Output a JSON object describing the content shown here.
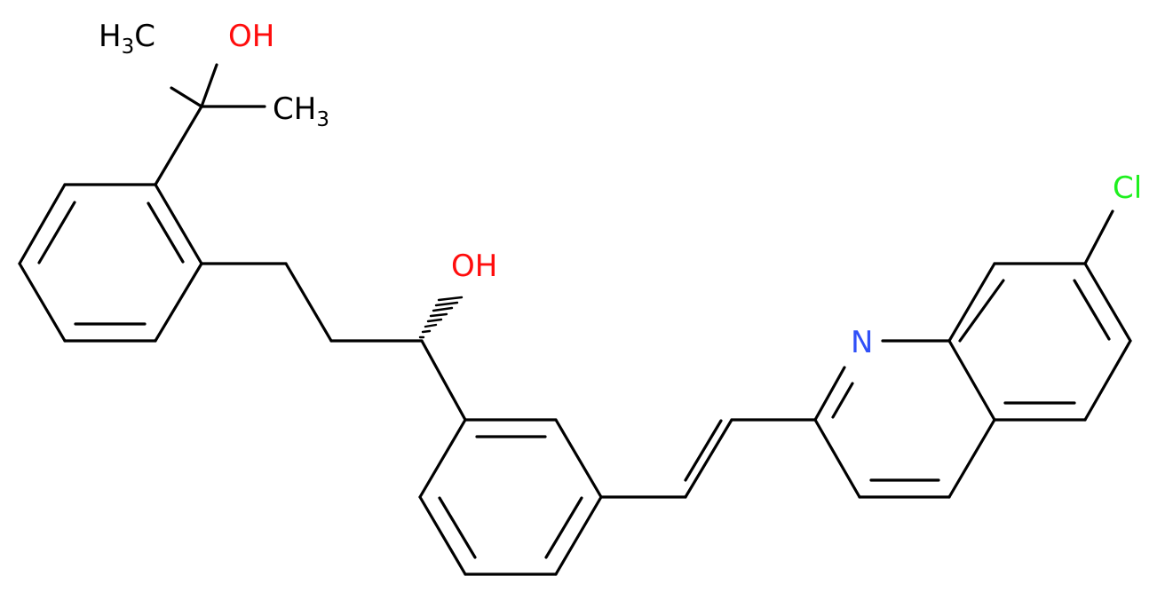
{
  "molecule": {
    "atoms": {
      "oh_tertiary": {
        "text": "OH",
        "color": "#ff0d0d"
      },
      "oh_chiral": {
        "text": "OH",
        "color": "#ff0d0d"
      },
      "n_quinoline": {
        "text": "N",
        "color": "#3050f8"
      },
      "cl": {
        "text": "Cl",
        "color": "#1ff01f"
      },
      "ch3_left": {
        "h": "H",
        "sub": "3",
        "c": "C",
        "color": "#000000"
      },
      "ch3_right": {
        "c": "CH",
        "sub": "3",
        "color": "#000000"
      }
    }
  }
}
